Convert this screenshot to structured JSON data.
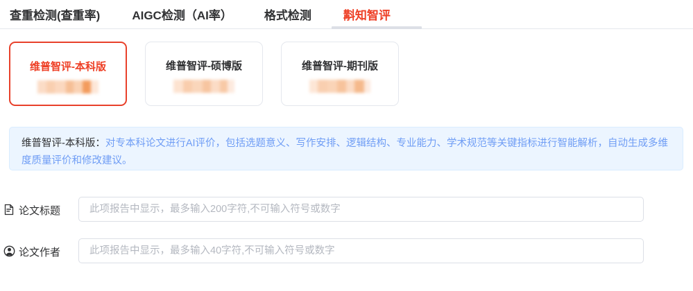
{
  "tabs": [
    {
      "label": "查重检测(查重率)",
      "active": false
    },
    {
      "label": "AIGC检测（AI率）",
      "active": false
    },
    {
      "label": "格式检测",
      "active": false
    },
    {
      "label": "斠知智评",
      "active": true
    }
  ],
  "cards": [
    {
      "title": "维普智评-本科版",
      "price": "",
      "selected": true
    },
    {
      "title": "维普智评-硕博版",
      "price": "",
      "selected": false
    },
    {
      "title": "维普智评-期刊版",
      "price": "",
      "selected": false
    }
  ],
  "banner": {
    "label": "维普智评-本科版：",
    "description": "对专本科论文进行AI评价，包括选题意义、写作安排、逻辑结构、专业能力、学术规范等关键指标进行智能解析，自动生成多维度质量评价和修改建议。"
  },
  "form": {
    "fields": [
      {
        "icon": "document-icon",
        "label": "论文标题",
        "value": "",
        "placeholder": "此项报告中显示，最多输入200字符,不可输入符号或数字"
      },
      {
        "icon": "user-icon",
        "label": "论文作者",
        "value": "",
        "placeholder": "此项报告中显示，最多输入40字符,不可输入符号或数字"
      }
    ]
  },
  "colors": {
    "accent": "#ee3f25",
    "card_selected_border": "#e8402a",
    "banner_bg": "#ecf5ff",
    "banner_border": "#d9ecff",
    "banner_text": "#6f9df5",
    "text_primary": "#303133",
    "border": "#dcdfe6"
  }
}
